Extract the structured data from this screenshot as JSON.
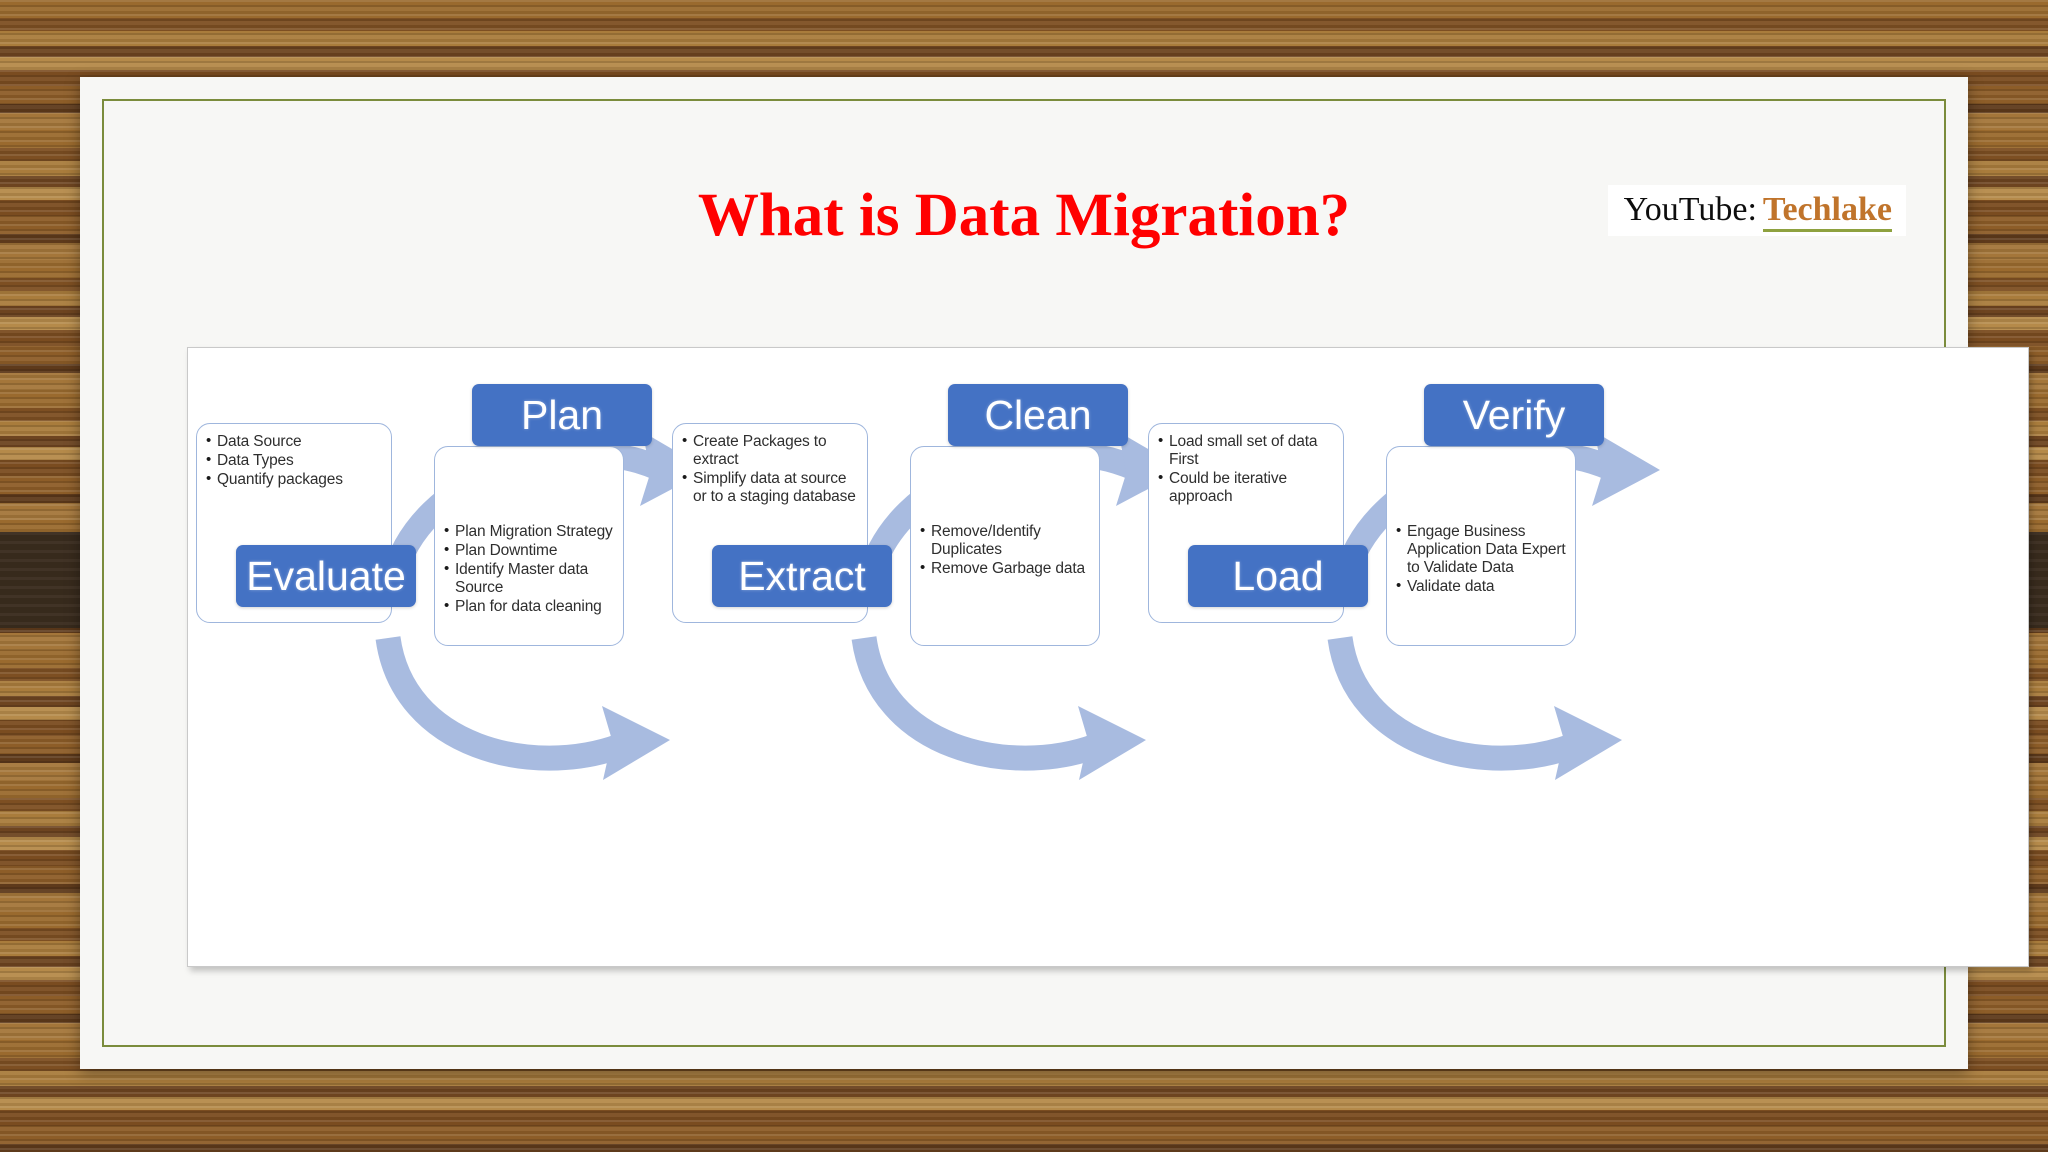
{
  "slide": {
    "title": "What is Data Migration?",
    "credit_prefix": "YouTube:",
    "credit_channel": "Techlake",
    "accent_red": "#ff0000",
    "accent_blue": "#4472c4",
    "accent_olive": "#7b8c3c",
    "accent_orange": "#c0742b"
  },
  "diagram": {
    "type": "process-flow",
    "stages": [
      {
        "id": "evaluate",
        "label": "Evaluate",
        "label_position": "bottom",
        "bullets": [
          "Data Source",
          "Data Types",
          "Quantify packages"
        ]
      },
      {
        "id": "plan",
        "label": "Plan",
        "label_position": "top",
        "bullets": [
          "Plan Migration Strategy",
          "Plan Downtime",
          "Identify Master data Source",
          "Plan for data cleaning"
        ]
      },
      {
        "id": "extract",
        "label": "Extract",
        "label_position": "bottom",
        "bullets": [
          "Create Packages to extract",
          "Simplify data at source or to a staging database"
        ]
      },
      {
        "id": "clean",
        "label": "Clean",
        "label_position": "top",
        "bullets": [
          "Remove/Identify Duplicates",
          "Remove Garbage data"
        ]
      },
      {
        "id": "load",
        "label": "Load",
        "label_position": "bottom",
        "bullets": [
          "Load small set of data First",
          "Could be iterative approach"
        ]
      },
      {
        "id": "verify",
        "label": "Verify",
        "label_position": "top",
        "bullets": [
          "Engage Business Application Data Expert to Validate Data",
          "Validate data"
        ]
      }
    ],
    "arrows": [
      {
        "from": "evaluate",
        "to": "plan",
        "direction": "up"
      },
      {
        "from": "plan",
        "to": "extract",
        "direction": "down"
      },
      {
        "from": "extract",
        "to": "clean",
        "direction": "up"
      },
      {
        "from": "clean",
        "to": "load",
        "direction": "down"
      },
      {
        "from": "load",
        "to": "verify",
        "direction": "up"
      }
    ],
    "arrow_color": "#a8bbe0"
  }
}
